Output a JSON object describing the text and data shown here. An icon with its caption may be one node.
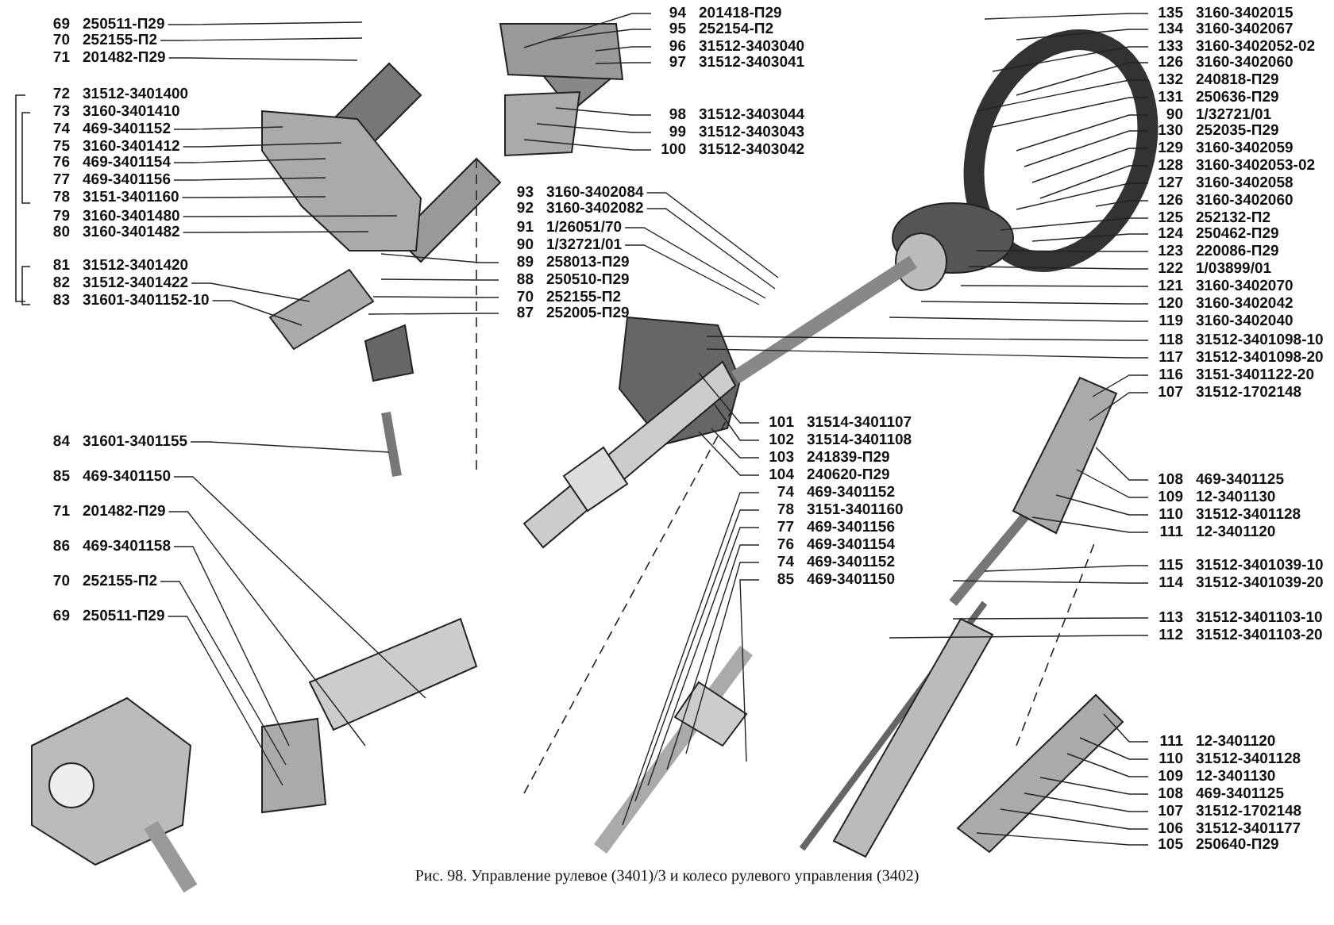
{
  "diagram": {
    "caption": "Рис. 98. Управление рулевое (3401)/3 и колесо рулевого управления (3402)",
    "nodes": [
      {
        "text": [
          "69",
          "250511-П29"
        ]
      },
      {
        "text": [
          "70",
          "252155-П2"
        ]
      },
      {
        "text": [
          "71",
          "201482-П29"
        ]
      },
      {
        "text": [
          "74",
          "469-3401152"
        ]
      },
      {
        "text": [
          "75",
          "3160-3401412"
        ]
      },
      {
        "text": [
          "76",
          "469-3401154"
        ]
      },
      {
        "text": [
          "77",
          "469-3401156"
        ]
      },
      {
        "text": [
          "78",
          "3151-3401160"
        ]
      },
      {
        "text": [
          "79",
          "3160-3401480"
        ]
      },
      {
        "text": [
          "80",
          "3160-3401482"
        ]
      },
      {
        "text": [
          "82",
          "31512-3401422"
        ]
      },
      {
        "text": [
          "83",
          "31601-3401152-10"
        ]
      },
      {
        "text": [
          "84",
          "31601-3401155"
        ]
      },
      {
        "text": [
          "85",
          "469-3401150"
        ]
      },
      {
        "text": [
          "71",
          "201482-П29"
        ]
      },
      {
        "text": [
          "86",
          "469-3401158"
        ]
      },
      {
        "text": [
          "70",
          "252155-П2"
        ]
      },
      {
        "text": [
          "69",
          "250511-П29"
        ]
      },
      {
        "text": [
          "94",
          "201418-П29"
        ]
      },
      {
        "text": [
          "95",
          "252154-П2"
        ]
      },
      {
        "text": [
          "96",
          "31512-3403040"
        ]
      },
      {
        "text": [
          "97",
          "31512-3403041"
        ]
      },
      {
        "text": [
          "98",
          "31512-3403044"
        ]
      },
      {
        "text": [
          "99",
          "31512-3403043"
        ]
      },
      {
        "text": [
          "100",
          "31512-3403042"
        ]
      },
      {
        "text": [
          "93",
          "3160-3402084"
        ]
      },
      {
        "text": [
          "92",
          "3160-3402082"
        ]
      },
      {
        "text": [
          "91",
          "1/26051/70"
        ]
      },
      {
        "text": [
          "90",
          "1/32721/01"
        ]
      },
      {
        "text": [
          "89",
          "258013-П29"
        ]
      },
      {
        "text": [
          "88",
          "250510-П29"
        ]
      },
      {
        "text": [
          "70",
          "252155-П2"
        ]
      },
      {
        "text": [
          "87",
          "252005-П29"
        ]
      },
      {
        "text": [
          "101",
          "31514-3401107"
        ]
      },
      {
        "text": [
          "102",
          "31514-3401108"
        ]
      },
      {
        "text": [
          "103",
          "241839-П29"
        ]
      },
      {
        "text": [
          "104",
          "240620-П29"
        ]
      },
      {
        "text": [
          "74",
          "469-3401152"
        ]
      },
      {
        "text": [
          "78",
          "3151-3401160"
        ]
      },
      {
        "text": [
          "77",
          "469-3401156"
        ]
      },
      {
        "text": [
          "76",
          "469-3401154"
        ]
      },
      {
        "text": [
          "74",
          "469-3401152"
        ]
      },
      {
        "text": [
          "85",
          "469-3401150"
        ]
      },
      {
        "text": [
          "135",
          "3160-3402015"
        ]
      },
      {
        "text": [
          "134",
          "3160-3402067"
        ]
      },
      {
        "text": [
          "133",
          "3160-3402052-02"
        ]
      },
      {
        "text": [
          "126",
          "3160-3402060"
        ]
      },
      {
        "text": [
          "132",
          "240818-П29"
        ]
      },
      {
        "text": [
          "131",
          "250636-П29"
        ]
      },
      {
        "text": [
          "90",
          "1/32721/01"
        ]
      },
      {
        "text": [
          "130",
          "252035-П29"
        ]
      },
      {
        "text": [
          "129",
          "3160-3402059"
        ]
      },
      {
        "text": [
          "128",
          "3160-3402053-02"
        ]
      },
      {
        "text": [
          "127",
          "3160-3402058"
        ]
      },
      {
        "text": [
          "126",
          "3160-3402060"
        ]
      },
      {
        "text": [
          "125",
          "252132-П2"
        ]
      },
      {
        "text": [
          "124",
          "250462-П29"
        ]
      },
      {
        "text": [
          "123",
          "220086-П29"
        ]
      },
      {
        "text": [
          "122",
          "1/03899/01"
        ]
      },
      {
        "text": [
          "121",
          "3160-3402070"
        ]
      },
      {
        "text": [
          "120",
          "3160-3402042"
        ]
      },
      {
        "text": [
          "119",
          "3160-3402040"
        ]
      },
      {
        "text": [
          "118",
          "31512-3401098-10"
        ]
      },
      {
        "text": [
          "117",
          "31512-3401098-20"
        ]
      },
      {
        "text": [
          "116",
          "3151-3401122-20"
        ]
      },
      {
        "text": [
          "107",
          "31512-1702148"
        ]
      },
      {
        "text": [
          "108",
          "469-3401125"
        ]
      },
      {
        "text": [
          "109",
          "12-3401130"
        ]
      },
      {
        "text": [
          "110",
          "31512-3401128"
        ]
      },
      {
        "text": [
          "111",
          "12-3401120"
        ]
      },
      {
        "text": [
          "115",
          "31512-3401039-10"
        ]
      },
      {
        "text": [
          "114",
          "31512-3401039-20"
        ]
      },
      {
        "text": [
          "113",
          "31512-3401103-10"
        ]
      },
      {
        "text": [
          "112",
          "31512-3401103-20"
        ]
      },
      {
        "text": [
          "111",
          "12-3401120"
        ]
      },
      {
        "text": [
          "110",
          "31512-3401128"
        ]
      },
      {
        "text": [
          "109",
          "12-3401130"
        ]
      },
      {
        "text": [
          "108",
          "469-3401125"
        ]
      },
      {
        "text": [
          "107",
          "31512-1702148"
        ]
      },
      {
        "text": [
          "106",
          "31512-3401177"
        ]
      },
      {
        "text": [
          "105",
          "250640-П29"
        ]
      }
    ],
    "edges": [
      {
        "from": 0,
        "to": null,
        "arrow": "none"
      },
      {
        "from": 1,
        "to": null,
        "arrow": "none"
      },
      {
        "from": 2,
        "to": null,
        "arrow": "none"
      },
      {
        "from": 3,
        "to": null,
        "arrow": "none"
      },
      {
        "from": 4,
        "to": null,
        "arrow": "none"
      },
      {
        "from": 5,
        "to": null,
        "arrow": "none"
      },
      {
        "from": 6,
        "to": null,
        "arrow": "none"
      },
      {
        "from": 7,
        "to": null,
        "arrow": "none"
      },
      {
        "from": 8,
        "to": null,
        "arrow": "none"
      },
      {
        "from": 9,
        "to": null,
        "arrow": "none"
      },
      {
        "from": 10,
        "to": null,
        "arrow": "none"
      },
      {
        "from": 11,
        "to": null,
        "arrow": "none"
      },
      {
        "from": 12,
        "to": null,
        "arrow": "none"
      },
      {
        "from": 13,
        "to": null,
        "arrow": "none"
      },
      {
        "from": 14,
        "to": null,
        "arrow": "none"
      },
      {
        "from": 15,
        "to": null,
        "arrow": "none"
      },
      {
        "from": 16,
        "to": null,
        "arrow": "none"
      },
      {
        "from": 17,
        "to": null,
        "arrow": "none"
      },
      {
        "from": 18,
        "to": null,
        "arrow": "none"
      },
      {
        "from": 19,
        "to": null,
        "arrow": "none"
      },
      {
        "from": 20,
        "to": null,
        "arrow": "none"
      },
      {
        "from": 21,
        "to": null,
        "arrow": "none"
      },
      {
        "from": 22,
        "to": null,
        "arrow": "none"
      },
      {
        "from": 23,
        "to": null,
        "arrow": "none"
      },
      {
        "from": 24,
        "to": null,
        "arrow": "none"
      },
      {
        "from": 25,
        "to": null,
        "arrow": "none"
      },
      {
        "from": 26,
        "to": null,
        "arrow": "none"
      },
      {
        "from": 27,
        "to": null,
        "arrow": "none"
      },
      {
        "from": 28,
        "to": null,
        "arrow": "none"
      },
      {
        "from": 29,
        "to": null,
        "arrow": "none"
      },
      {
        "from": 30,
        "to": null,
        "arrow": "none"
      },
      {
        "from": 31,
        "to": null,
        "arrow": "none"
      },
      {
        "from": 32,
        "to": null,
        "arrow": "none"
      },
      {
        "from": 33,
        "to": null,
        "arrow": "none"
      },
      {
        "from": 34,
        "to": null,
        "arrow": "none"
      },
      {
        "from": 35,
        "to": null,
        "arrow": "none"
      },
      {
        "from": 36,
        "to": null,
        "arrow": "none"
      },
      {
        "from": 37,
        "to": null,
        "arrow": "none"
      },
      {
        "from": 38,
        "to": null,
        "arrow": "none"
      },
      {
        "from": 39,
        "to": null,
        "arrow": "none"
      },
      {
        "from": 40,
        "to": null,
        "arrow": "none"
      },
      {
        "from": 41,
        "to": null,
        "arrow": "none"
      },
      {
        "from": 42,
        "to": null,
        "arrow": "none"
      },
      {
        "from": 43,
        "to": null,
        "arrow": "none"
      },
      {
        "from": 44,
        "to": null,
        "arrow": "none"
      },
      {
        "from": 45,
        "to": null,
        "arrow": "none"
      },
      {
        "from": 46,
        "to": null,
        "arrow": "none"
      },
      {
        "from": 47,
        "to": null,
        "arrow": "none"
      },
      {
        "from": 48,
        "to": null,
        "arrow": "none"
      },
      {
        "from": 49,
        "to": null,
        "arrow": "none"
      },
      {
        "from": 50,
        "to": null,
        "arrow": "none"
      },
      {
        "from": 51,
        "to": null,
        "arrow": "none"
      },
      {
        "from": 52,
        "to": null,
        "arrow": "none"
      },
      {
        "from": 53,
        "to": null,
        "arrow": "none"
      },
      {
        "from": 54,
        "to": null,
        "arrow": "none"
      },
      {
        "from": 55,
        "to": null,
        "arrow": "none"
      },
      {
        "from": 56,
        "to": null,
        "arrow": "none"
      },
      {
        "from": 57,
        "to": null,
        "arrow": "none"
      },
      {
        "from": 58,
        "to": null,
        "arrow": "none"
      },
      {
        "from": 59,
        "to": null,
        "arrow": "none"
      },
      {
        "from": 60,
        "to": null,
        "arrow": "none"
      },
      {
        "from": 61,
        "to": null,
        "arrow": "none"
      },
      {
        "from": 62,
        "to": null,
        "arrow": "none"
      },
      {
        "from": 63,
        "to": null,
        "arrow": "none"
      },
      {
        "from": 64,
        "to": null,
        "arrow": "none"
      },
      {
        "from": 65,
        "to": null,
        "arrow": "none"
      },
      {
        "from": 66,
        "to": null,
        "arrow": "none"
      },
      {
        "from": 67,
        "to": null,
        "arrow": "none"
      },
      {
        "from": 68,
        "to": null,
        "arrow": "none"
      },
      {
        "from": 69,
        "to": null,
        "arrow": "none"
      },
      {
        "from": 70,
        "to": null,
        "arrow": "none"
      },
      {
        "from": 71,
        "to": null,
        "arrow": "none"
      },
      {
        "from": 72,
        "to": null,
        "arrow": "none"
      },
      {
        "from": 73,
        "to": null,
        "arrow": "none"
      },
      {
        "from": 74,
        "to": null,
        "arrow": "none"
      },
      {
        "from": 75,
        "to": null,
        "arrow": "none"
      },
      {
        "from": 76,
        "to": null,
        "arrow": "none"
      },
      {
        "from": 77,
        "to": null,
        "arrow": "none"
      },
      {
        "from": 78,
        "to": null,
        "arrow": "none"
      },
      {
        "from": 79,
        "to": null,
        "arrow": "none"
      },
      {
        "from": 80,
        "to": null,
        "arrow": "none"
      }
    ],
    "labels": [
      "72",
      "31512-3401400",
      "73",
      "3160-3401410",
      "81",
      "31512-3401420"
    ]
  }
}
